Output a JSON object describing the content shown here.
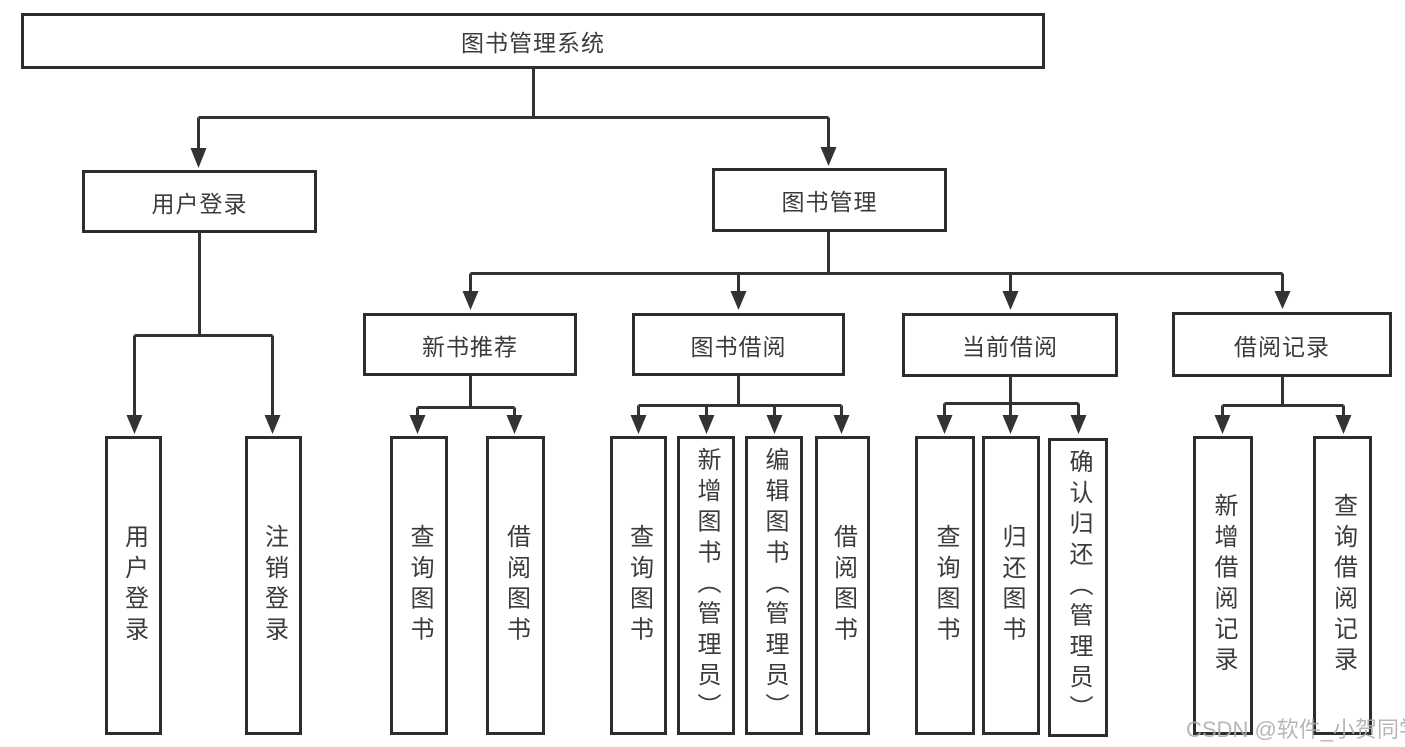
{
  "tree": {
    "root": {
      "label": "图书管理系统"
    },
    "user_login": {
      "label": "用户登录",
      "children": {
        "login": {
          "label": "用户登录"
        },
        "logout": {
          "label": "注销登录"
        }
      }
    },
    "book_mgmt": {
      "label": "图书管理",
      "children": {
        "new_books": {
          "label": "新书推荐",
          "children": {
            "query_books": {
              "label": "查询图书"
            },
            "borrow_books": {
              "label": "借阅图书"
            }
          }
        },
        "book_borrow": {
          "label": "图书借阅",
          "children": {
            "query_books": {
              "label": "查询图书"
            },
            "add_books": {
              "label": "新增图书（管理员）"
            },
            "edit_books": {
              "label": "编辑图书（管理员）"
            },
            "borrow_books": {
              "label": "借阅图书"
            }
          }
        },
        "current_borrow": {
          "label": "当前借阅",
          "children": {
            "query_books": {
              "label": "查询图书"
            },
            "return_books": {
              "label": "归还图书"
            },
            "confirm_return": {
              "label": "确认归还（管理员）"
            }
          }
        },
        "borrow_records": {
          "label": "借阅记录",
          "children": {
            "add_record": {
              "label": "新增借阅记录"
            },
            "query_record": {
              "label": "查询借阅记录"
            }
          }
        }
      }
    }
  },
  "watermark": "CSDN @软件_小贺同学",
  "colors": {
    "line": "#333333",
    "box_border": "#2d2d2d",
    "text": "#3b3b3b",
    "watermark": "#b0b0b0",
    "background": "#ffffff"
  }
}
